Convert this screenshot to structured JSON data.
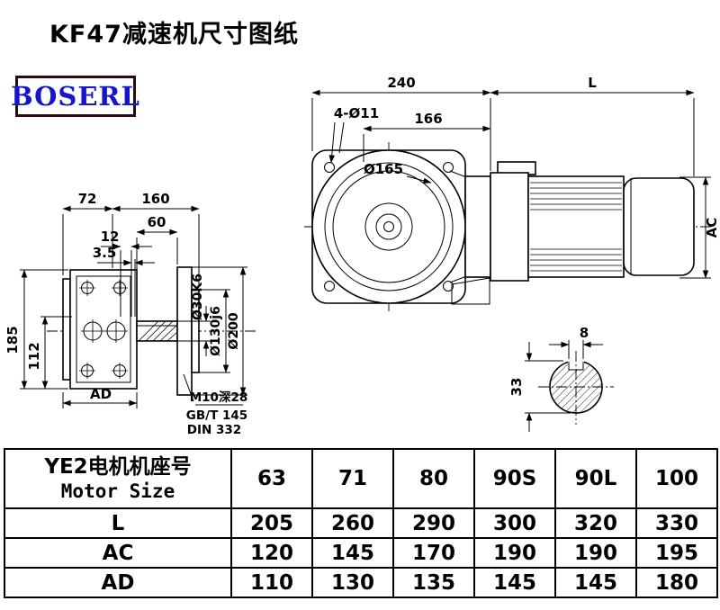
{
  "page": {
    "title": "KF47减速机尺寸图纸",
    "brand": "BOSERL",
    "brand_color": "#1515cc"
  },
  "drawing": {
    "front": {
      "d240": "240",
      "dL": "L",
      "holes": "4-Ø11",
      "d166": "166",
      "circle": "Ø165",
      "dAC": "AC"
    },
    "side": {
      "d72": "72",
      "d160": "160",
      "d60": "60",
      "d12": "12",
      "d35": "3.5",
      "d185": "185",
      "d112": "112",
      "dAD": "AD",
      "shaft_dia": "Ø30K6",
      "spigot_dia": "Ø130j6",
      "flange_dia": "Ø200",
      "tap": "M10深28",
      "std_gb": "GB/T 145",
      "std_din": "DIN 332"
    },
    "section": {
      "d8": "8",
      "d33": "33"
    }
  },
  "table": {
    "header": {
      "label_cn": "YE2电机机座号",
      "label_en": "Motor Size",
      "sizes": [
        "63",
        "71",
        "80",
        "90S",
        "90L",
        "100"
      ]
    },
    "rows": [
      {
        "label": "L",
        "values": [
          "205",
          "260",
          "290",
          "300",
          "320",
          "330"
        ]
      },
      {
        "label": "AC",
        "values": [
          "120",
          "145",
          "170",
          "190",
          "190",
          "195"
        ]
      },
      {
        "label": "AD",
        "values": [
          "110",
          "130",
          "135",
          "145",
          "145",
          "180"
        ]
      }
    ]
  }
}
